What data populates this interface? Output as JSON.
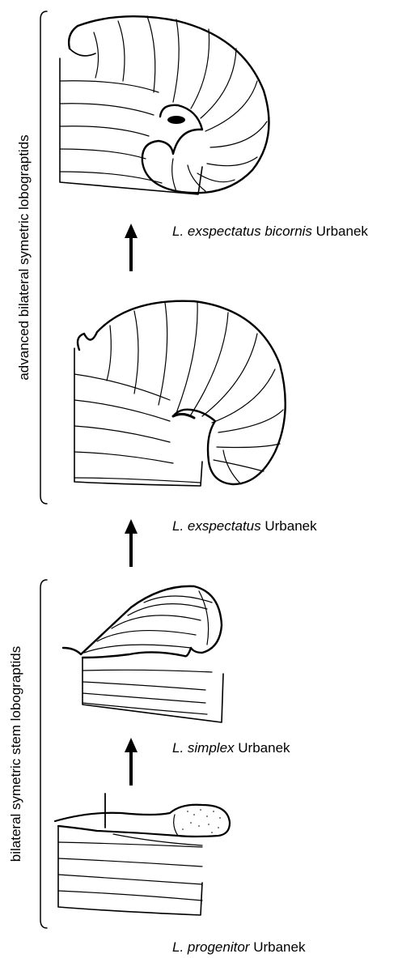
{
  "groups": [
    {
      "label": "advanced bilateral symetric lobograptids"
    },
    {
      "label": "bilateral symetric stem lobograptids"
    }
  ],
  "stages": [
    {
      "species": "L. exspectatus bicornis",
      "author": "Urbanek"
    },
    {
      "species": "L. exspectatus",
      "author": "Urbanek"
    },
    {
      "species": "L. simplex",
      "author": "Urbanek"
    },
    {
      "species": "L. progenitor",
      "author": "Urbanek"
    }
  ]
}
